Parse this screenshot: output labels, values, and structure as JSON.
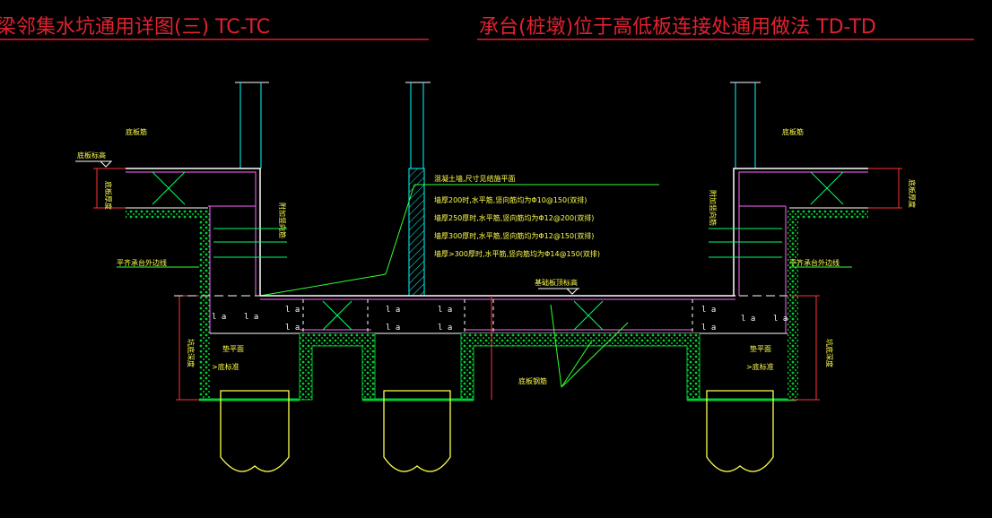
{
  "titles": {
    "left": "梁邻集水坑通用详图(三)  TC-TC",
    "right": "承台(桩墩)位于高低板连接处通用做法  TD-TD"
  },
  "colors": {
    "background": "#000000",
    "title": "#e0212f",
    "outline": "#ffffff",
    "rebar": "#00ffff",
    "stirrup": "#ff66ff",
    "annotation": "#ffff4d",
    "concrete": "#00cc33",
    "dim": "#ff3333",
    "leader": "#33ff33"
  },
  "labels": {
    "bottom_elev_left": "底板标高",
    "bottom_rebar_left": "底板筋",
    "bottom_rebar_right": "底板筋",
    "board_thickness_left": "底板厚度",
    "board_thickness_right": "底板厚度",
    "cushion_line_left": "平齐承台外边线",
    "cushion_line_right": "平齐承台外边线",
    "rebar_vertical_left": "附加竖向筋",
    "rebar_vertical_right": "附加竖向筋",
    "pit_depth_left": "坑底深度",
    "pit_depth_right": "坑底深度",
    "pad_left": "垫平面",
    "pad_right": "垫平面",
    "pile_left": ">底标准",
    "pile_right": ">底标准",
    "upper_board": "基础板顶标高",
    "bottom_cross": "底板钢筋",
    "la": "l a"
  },
  "notes": [
    "混凝土墙,尺寸见结施平面",
    "墙厚200时,水平筋,竖向筋均为Φ10@150(双排)",
    "墙厚250厚时,水平筋,竖向筋均为Φ12@200(双排)",
    "墙厚300厚时,水平筋,竖向筋均为Φ12@150(双排)",
    "墙厚>300厚时,水平筋,竖向筋均为Φ14@150(双排)"
  ]
}
